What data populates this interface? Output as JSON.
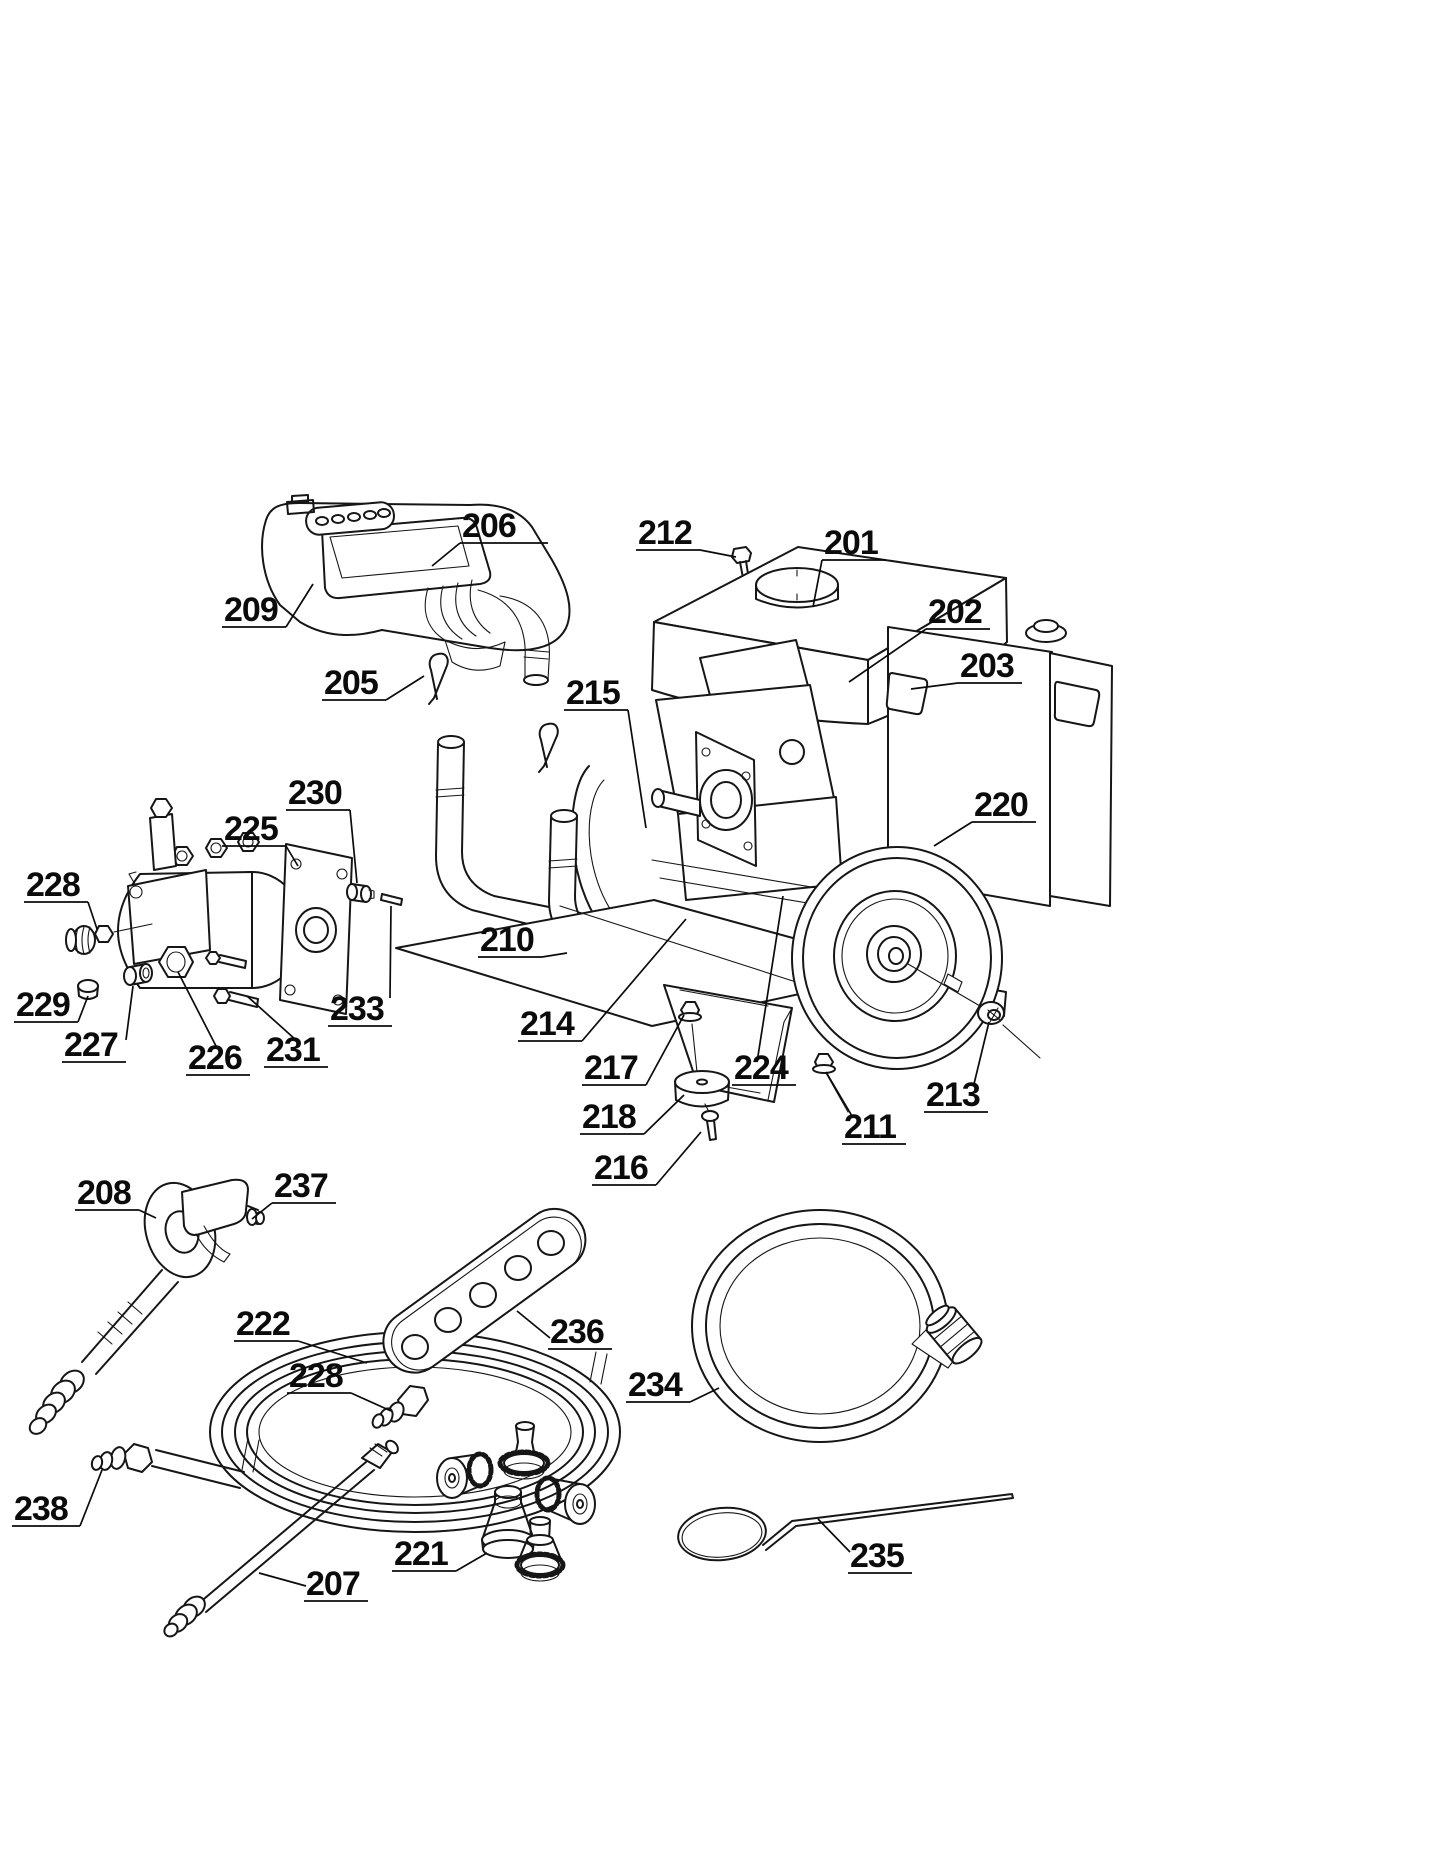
{
  "callouts": [
    {
      "label": "201"
    },
    {
      "label": "202"
    },
    {
      "label": "203"
    },
    {
      "label": "205"
    },
    {
      "label": "206"
    },
    {
      "label": "207"
    },
    {
      "label": "208"
    },
    {
      "label": "209"
    },
    {
      "label": "210"
    },
    {
      "label": "211"
    },
    {
      "label": "212"
    },
    {
      "label": "213"
    },
    {
      "label": "214"
    },
    {
      "label": "215"
    },
    {
      "label": "216"
    },
    {
      "label": "217"
    },
    {
      "label": "218"
    },
    {
      "label": "220"
    },
    {
      "label": "221"
    },
    {
      "label": "222"
    },
    {
      "label": "224"
    },
    {
      "label": "225"
    },
    {
      "label": "226"
    },
    {
      "label": "227"
    },
    {
      "label": "228"
    },
    {
      "label": "228"
    },
    {
      "label": "229"
    },
    {
      "label": "230"
    },
    {
      "label": "231"
    },
    {
      "label": "233"
    },
    {
      "label": "234"
    },
    {
      "label": "235"
    },
    {
      "label": "236"
    },
    {
      "label": "237"
    },
    {
      "label": "238"
    }
  ]
}
